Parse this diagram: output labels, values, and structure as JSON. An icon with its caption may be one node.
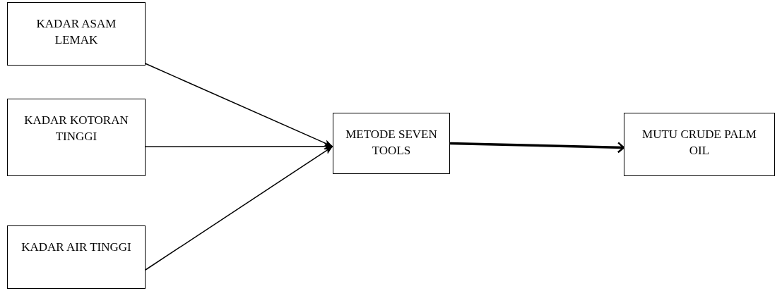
{
  "diagram": {
    "nodes": [
      {
        "text": [
          "KADAR ASAM LEMAK"
        ]
      },
      {
        "text": [
          "KADAR KOTORAN TINGGI"
        ]
      },
      {
        "text": [
          "KADAR AIR TINGGI"
        ]
      },
      {
        "text": [
          "METODE SEVEN TOOLS"
        ]
      },
      {
        "text": [
          "MUTU CRUDE PALM OIL"
        ]
      }
    ],
    "edges": [
      {
        "from": 0,
        "to": 3,
        "arrow": "to"
      },
      {
        "from": 1,
        "to": 3,
        "arrow": "to"
      },
      {
        "from": 2,
        "to": 3,
        "arrow": "to"
      },
      {
        "from": 3,
        "to": 4,
        "arrow": "to",
        "style": "thick"
      }
    ]
  }
}
